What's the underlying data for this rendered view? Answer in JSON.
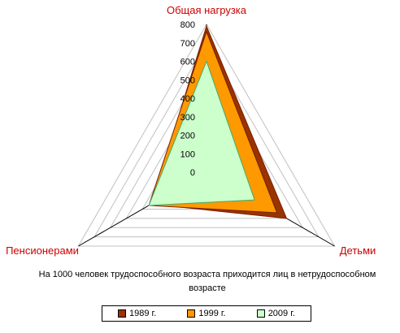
{
  "chart_data": {
    "type": "radar",
    "axes": [
      "Общая нагрузка",
      "Детьми",
      "Пенсионерами"
    ],
    "rlim": [
      0,
      800
    ],
    "ticks": [
      "0",
      "100",
      "200",
      "300",
      "400",
      "500",
      "600",
      "700",
      "800"
    ],
    "series": [
      {
        "name": "1989 г.",
        "values": [
          790,
          500,
          345
        ],
        "color": "#993300"
      },
      {
        "name": "1999 г.",
        "values": [
          760,
          440,
          360
        ],
        "color": "#ff9900"
      },
      {
        "name": "2009 г.",
        "values": [
          600,
          300,
          360
        ],
        "color": "#ccffcc"
      }
    ],
    "caption": "На 1000 человек трудоспособного возраста приходится лиц в нетрудоспособном возрасте",
    "legend_position": "bottom",
    "grid": true
  }
}
